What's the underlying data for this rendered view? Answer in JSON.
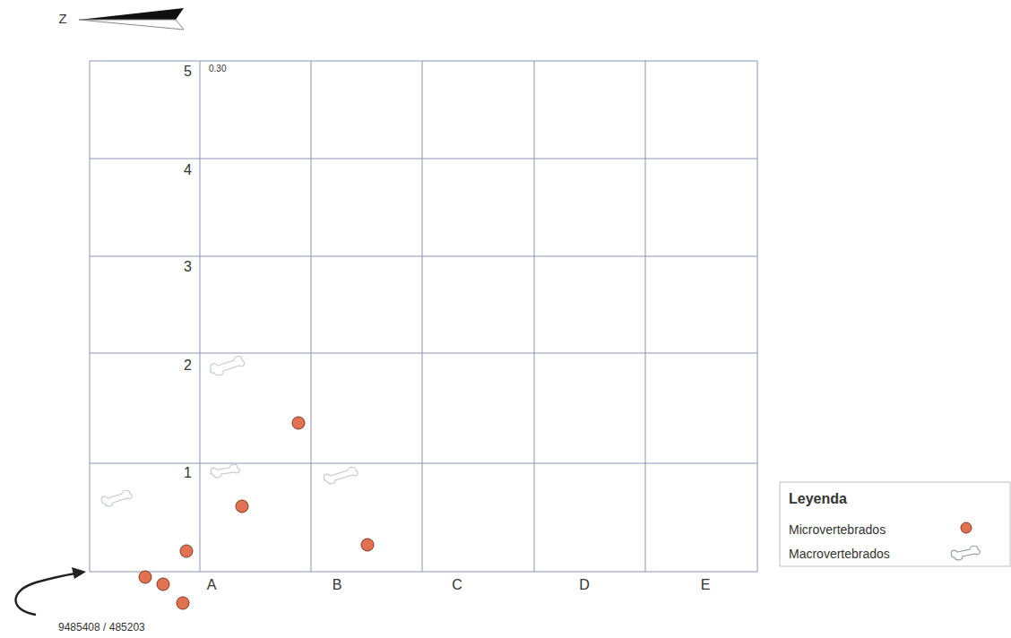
{
  "diagram": {
    "labels": [
      "Z",
      "5",
      "0.30",
      "4",
      "3",
      "2",
      "1",
      "A",
      "B",
      "C",
      "D",
      "E",
      "9485408 / 485203",
      "Leyenda"
    ],
    "legend": [
      {
        "text": "Microvertebrados",
        "color": "#e2714f"
      },
      {
        "text": "Macrovertebrados"
      }
    ]
  }
}
